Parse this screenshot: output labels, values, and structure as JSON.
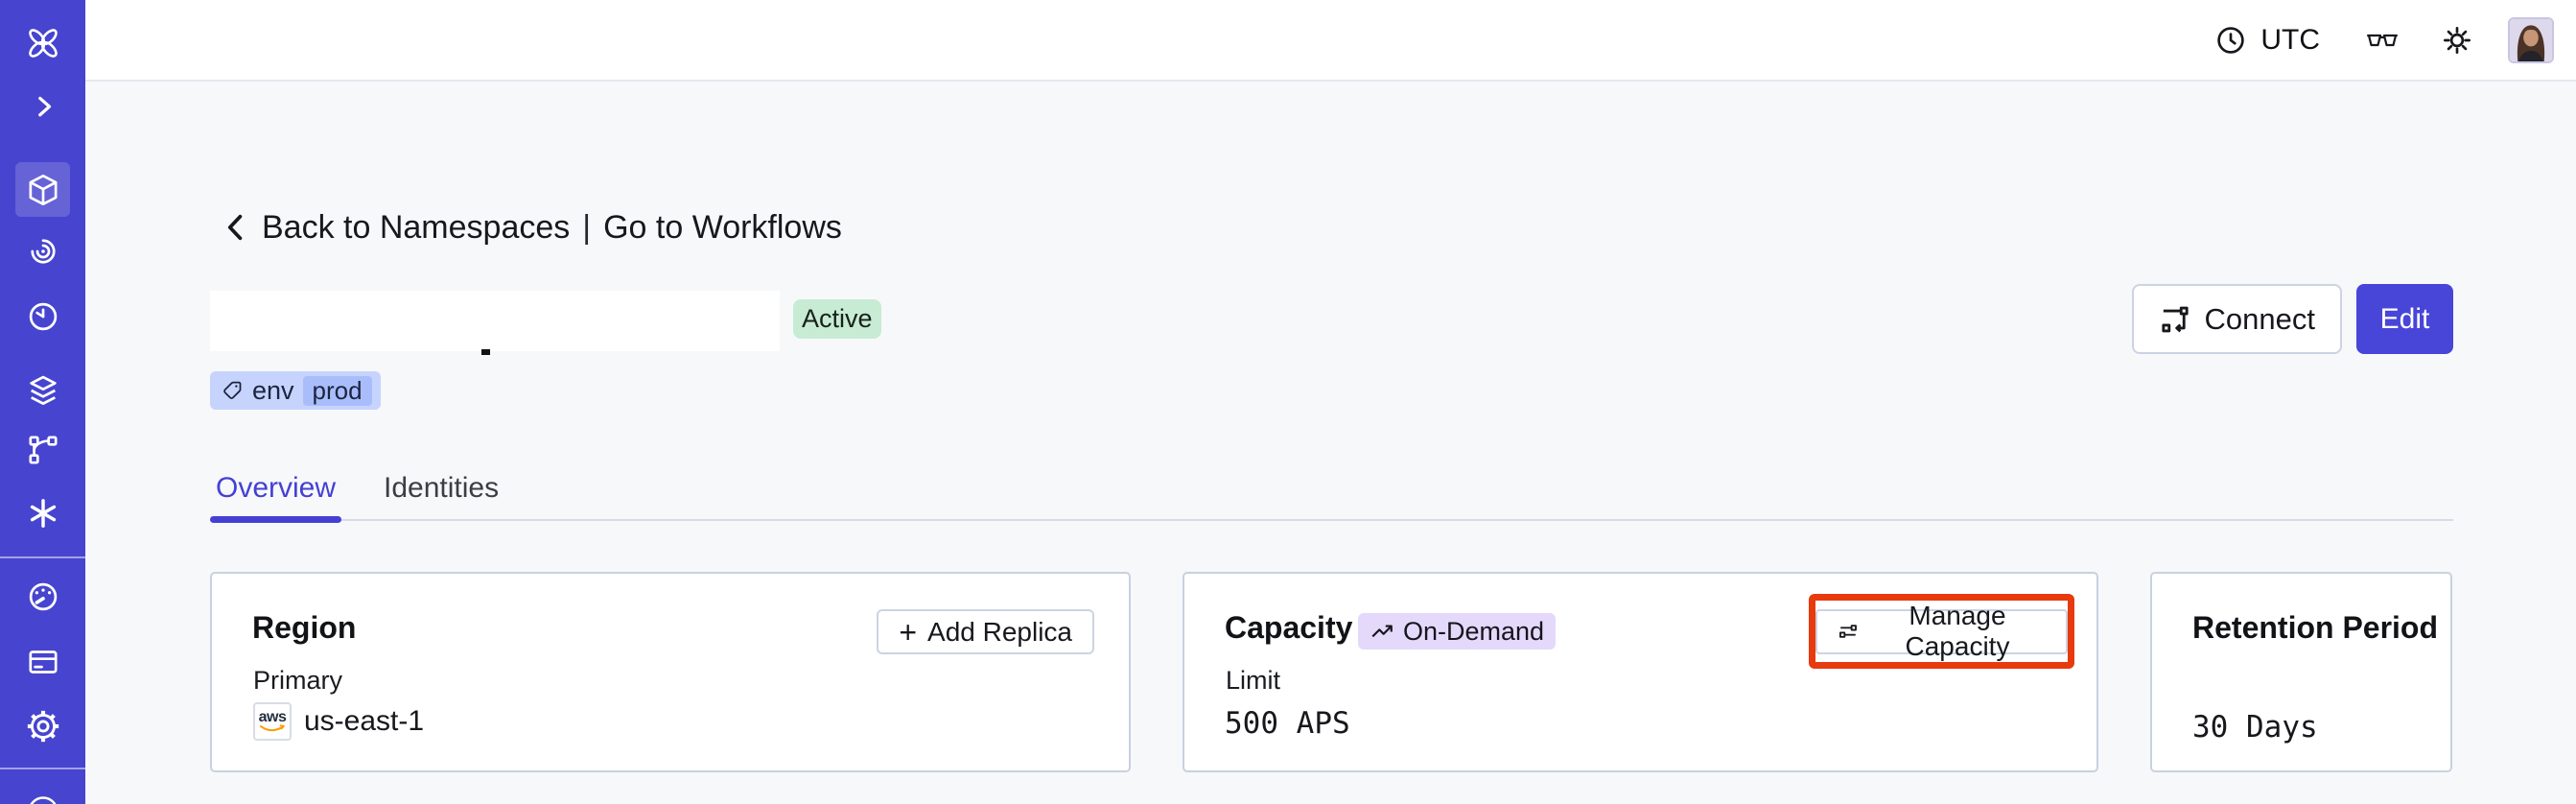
{
  "topbar": {
    "timezone_label": "UTC"
  },
  "breadcrumb": {
    "back_label": "Back to Namespaces",
    "separator": "|",
    "workflows_label": "Go to Workflows"
  },
  "namespace": {
    "status_badge": "Active",
    "tag": {
      "key": "env",
      "value": "prod"
    },
    "actions": {
      "connect": "Connect",
      "edit": "Edit"
    }
  },
  "tabs": [
    {
      "label": "Overview",
      "active": true
    },
    {
      "label": "Identities",
      "active": false
    }
  ],
  "cards": {
    "region": {
      "title": "Region",
      "plus": "+",
      "add_replica_label": "Add Replica",
      "primary_label": "Primary",
      "provider": "aws",
      "region_value": "us-east-1"
    },
    "capacity": {
      "title": "Capacity",
      "badge": "On-Demand",
      "manage_label": "Manage Capacity",
      "limit_label": "Limit",
      "limit_value": "500 APS"
    },
    "retention": {
      "title": "Retention Period",
      "value": "30 Days"
    }
  },
  "colors": {
    "sidebar_bg": "#4744cf",
    "accent_indigo": "#4845d9",
    "active_badge_bg": "#c8ebd4",
    "tag_bg": "#c6d4fd",
    "tag_chip_bg": "#a9bdfb",
    "ondemand_bg": "#e4d9fb",
    "highlight_red": "#e73a0e",
    "aws_orange": "#ff9900",
    "content_bg": "#f7f8fa"
  },
  "icons": {
    "sidebar": [
      "temporal-logo-icon",
      "chevron-right-icon",
      "cube-icon",
      "spiral-icon",
      "timer-icon",
      "layers-icon",
      "branch-icon",
      "asterisk-icon",
      "gauge-icon",
      "billing-card-icon",
      "gear-icon",
      "globe-partial-icon"
    ],
    "topbar": [
      "clock-icon",
      "glasses-icon",
      "sun-icon",
      "avatar"
    ],
    "misc": [
      "chevron-left-icon",
      "tag-icon",
      "trending-up-icon",
      "plus-icon",
      "connect-flow-icon",
      "sliders-icon",
      "aws-logo"
    ]
  }
}
